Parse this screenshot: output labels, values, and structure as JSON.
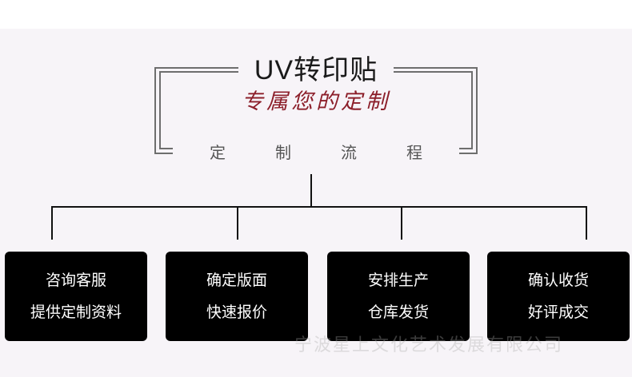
{
  "header": {
    "title": "UV转印贴",
    "subtitle": "专属您的定制",
    "process_chars": [
      "定",
      "制",
      "流",
      "程"
    ]
  },
  "steps": [
    {
      "line1": "咨询客服",
      "line2": "提供定制资料"
    },
    {
      "line1": "确定版面",
      "line2": "快速报价"
    },
    {
      "line1": "安排生产",
      "line2": "仓库发货"
    },
    {
      "line1": "确认收货",
      "line2": "好评成交"
    }
  ],
  "watermark": "宁波星上文化艺术发展有限公司",
  "colors": {
    "subtitle": "#8c1f2a",
    "box": "#000000",
    "bracket": "#6e6e6e"
  }
}
